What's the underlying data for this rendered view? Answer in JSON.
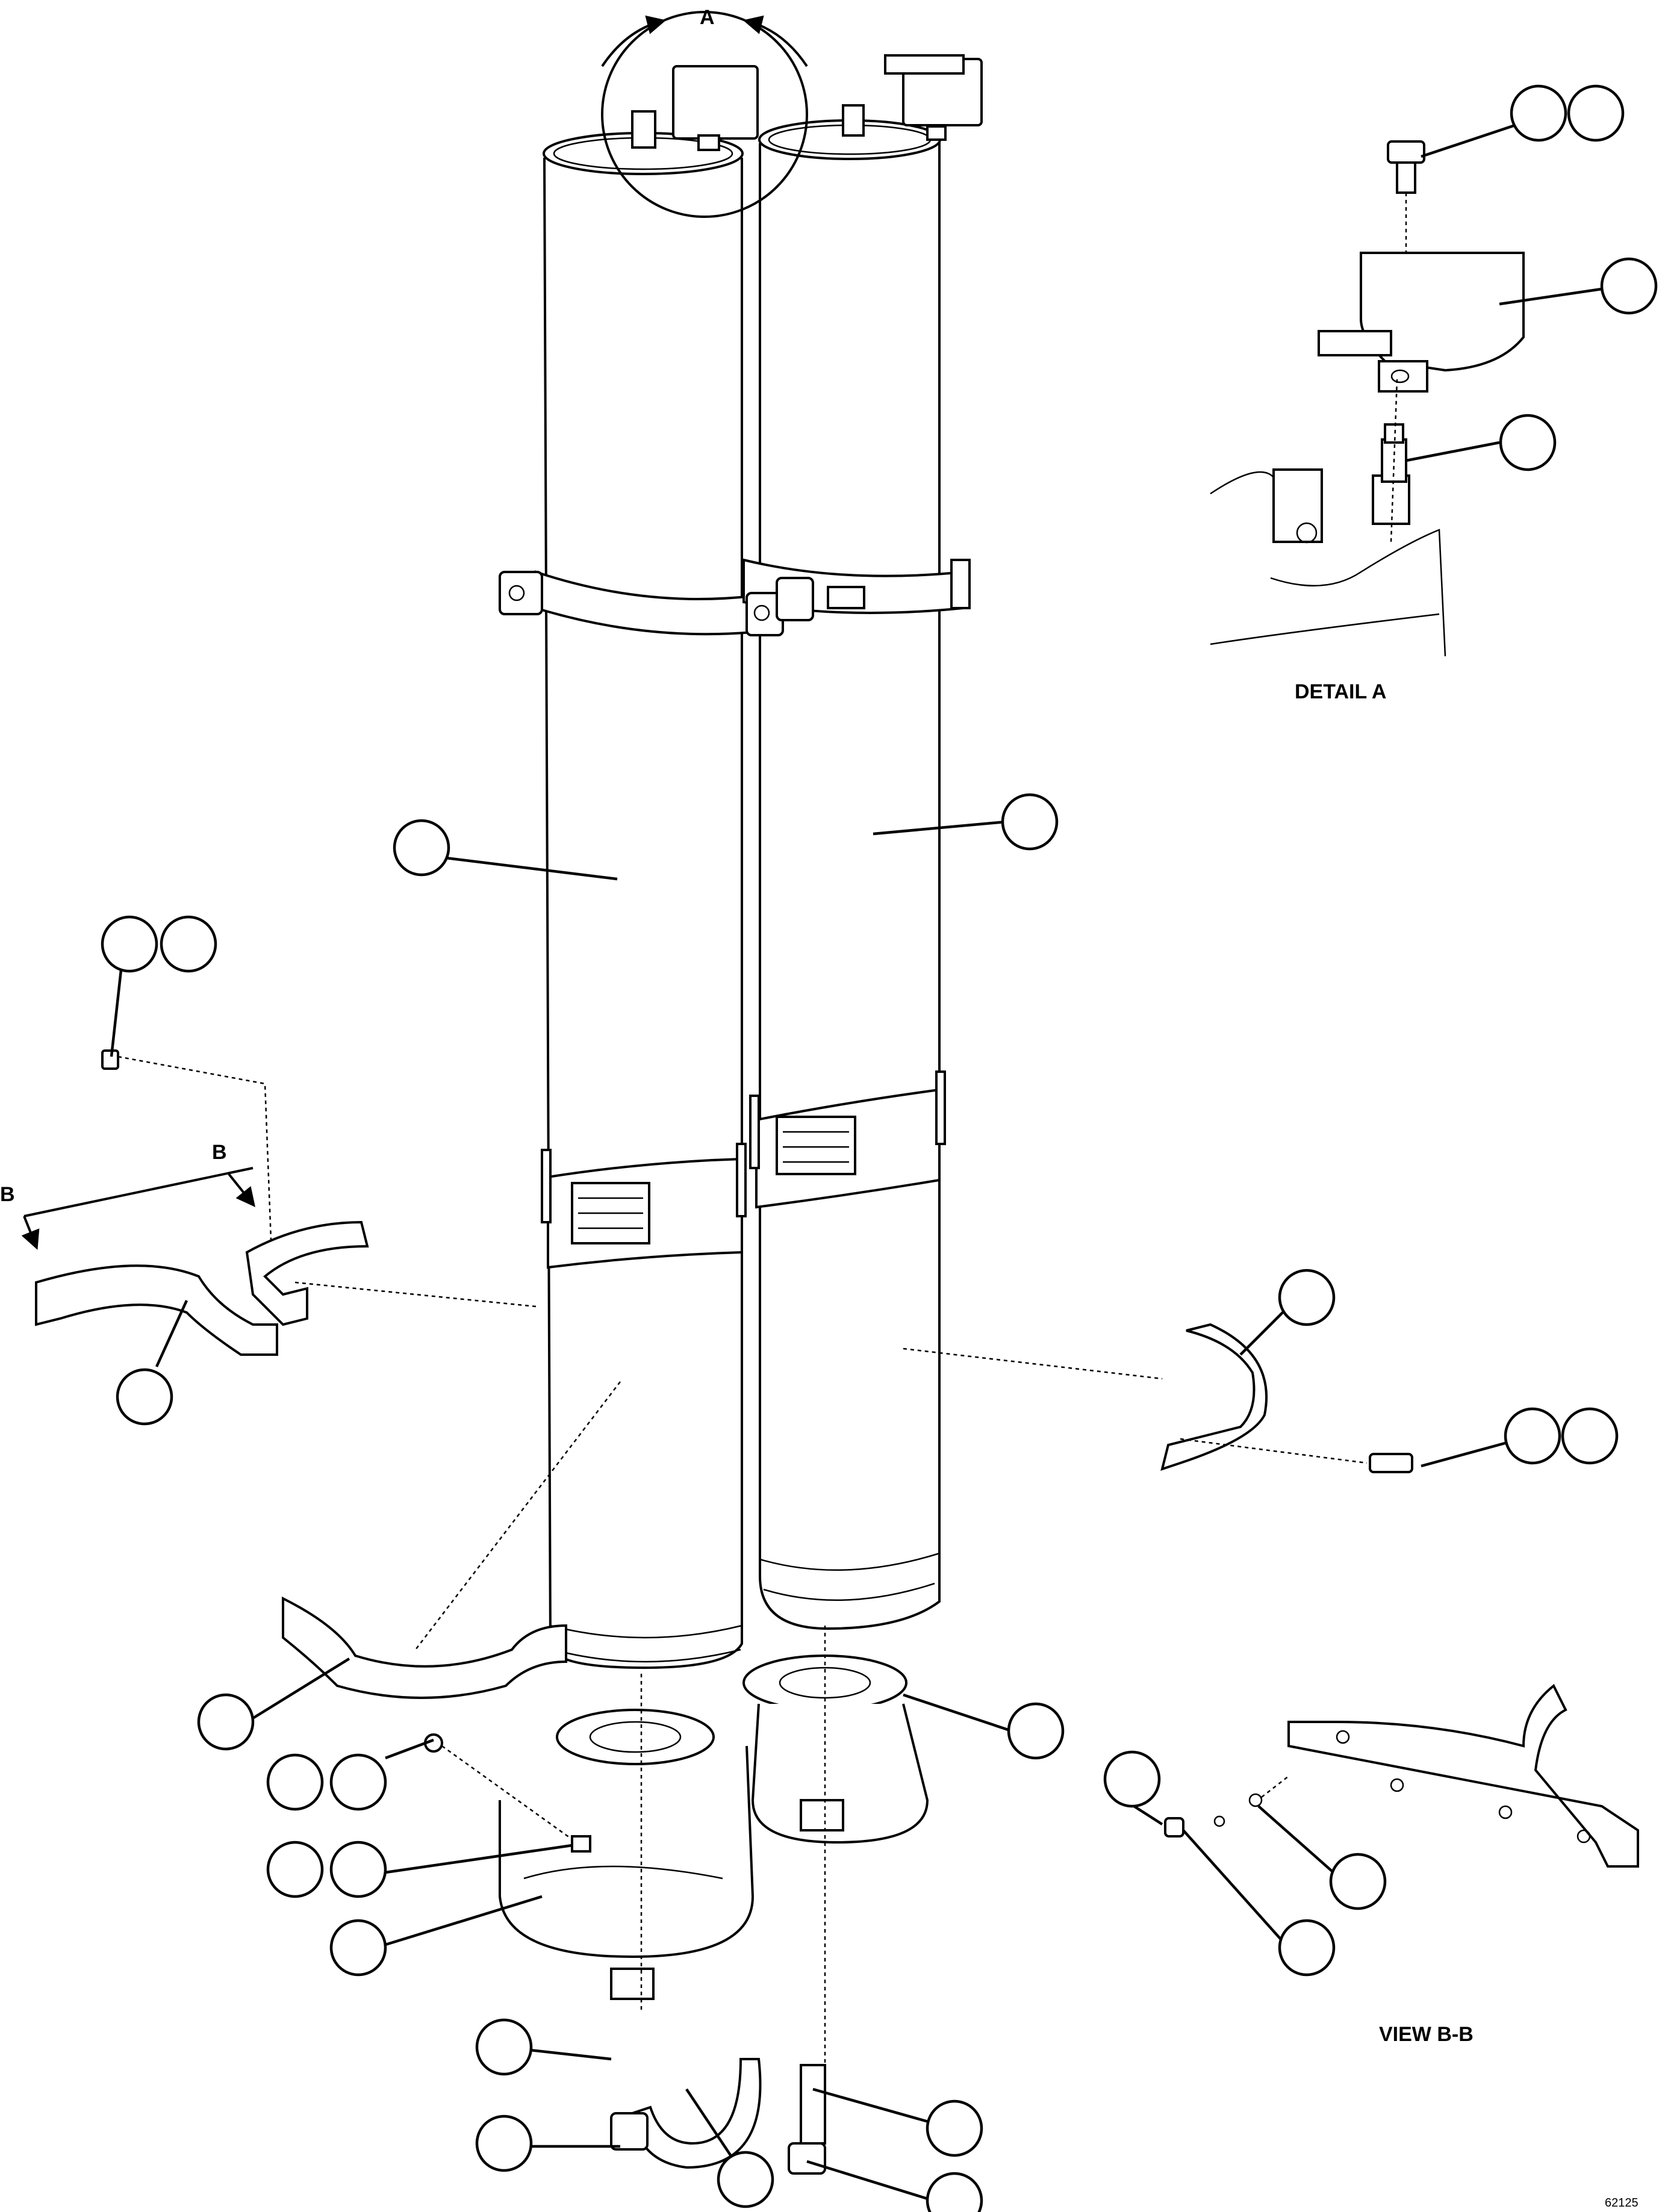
{
  "labels": {
    "view_a": "A",
    "section_b_left": "B",
    "section_b_right": "B",
    "detail_a": "DETAIL A",
    "view_bb": "VIEW B-B",
    "figure_number": "62125"
  },
  "colors": {
    "line": "#000000",
    "background": "#ffffff"
  }
}
